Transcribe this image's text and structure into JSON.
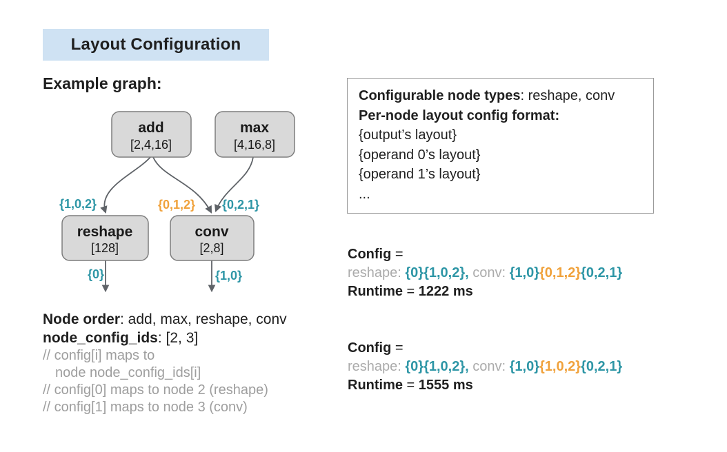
{
  "colors": {
    "teal": "#2e96a6",
    "orange": "#f0a23c",
    "title_highlight": "#cfe2f3",
    "node_fill": "#d9d9d9",
    "node_border": "#7d7d7d",
    "edge_gray": "#5f6368",
    "muted_label_gray": "#ababab",
    "comment_gray": "#9e9e9e"
  },
  "title": "Layout Configuration",
  "left": {
    "heading": "Example graph:",
    "graph": {
      "nodes": {
        "add": {
          "label": "add",
          "shape": "[2,4,16]"
        },
        "max": {
          "label": "max",
          "shape": "[4,16,8]"
        },
        "reshape": {
          "label": "reshape",
          "shape": "[128]"
        },
        "conv": {
          "label": "conv",
          "shape": "[2,8]"
        }
      },
      "edge_labels": {
        "add_to_reshape": "{1,0,2}",
        "add_to_conv": "{0,1,2}",
        "max_to_conv": "{0,2,1}",
        "reshape_out": "{0}",
        "conv_out": "{1,0}"
      }
    },
    "node_order": {
      "label": "Node order",
      "value": ": add, max, reshape, conv"
    },
    "node_config_ids": {
      "label": "node_config_ids",
      "value": ": [2, 3]"
    },
    "comments": [
      "// config[i] maps to",
      "node node_config_ids[i]",
      "// config[0] maps to node 2 (reshape)",
      "// config[1] maps to node 3 (conv)"
    ]
  },
  "info_box": {
    "line1_label": "Configurable node types",
    "line1_value": ": reshape, conv",
    "line2": "Per-node layout config format:",
    "line3": "{output’s layout}",
    "line4": "{operand 0’s layout}",
    "line5": "{operand 1’s layout}",
    "line6": "..."
  },
  "configs": [
    {
      "config_label": "Config",
      "config_eq": " =",
      "reshape_label": "reshape: ",
      "reshape_value": "{0}{1,0,2},",
      "conv_label": " conv: ",
      "conv_part1": "{1,0}",
      "conv_part2": "{0,1,2}",
      "conv_part3": "{0,2,1}",
      "runtime_label": "Runtime",
      "runtime_eq": " = ",
      "runtime_value": "1222 ms"
    },
    {
      "config_label": "Config",
      "config_eq": " =",
      "reshape_label": "reshape: ",
      "reshape_value": "{0}{1,0,2},",
      "conv_label": " conv: ",
      "conv_part1": "{1,0}",
      "conv_part2": "{1,0,2}",
      "conv_part3": "{0,2,1}",
      "runtime_label": "Runtime",
      "runtime_eq": " = ",
      "runtime_value": "1555 ms"
    }
  ]
}
